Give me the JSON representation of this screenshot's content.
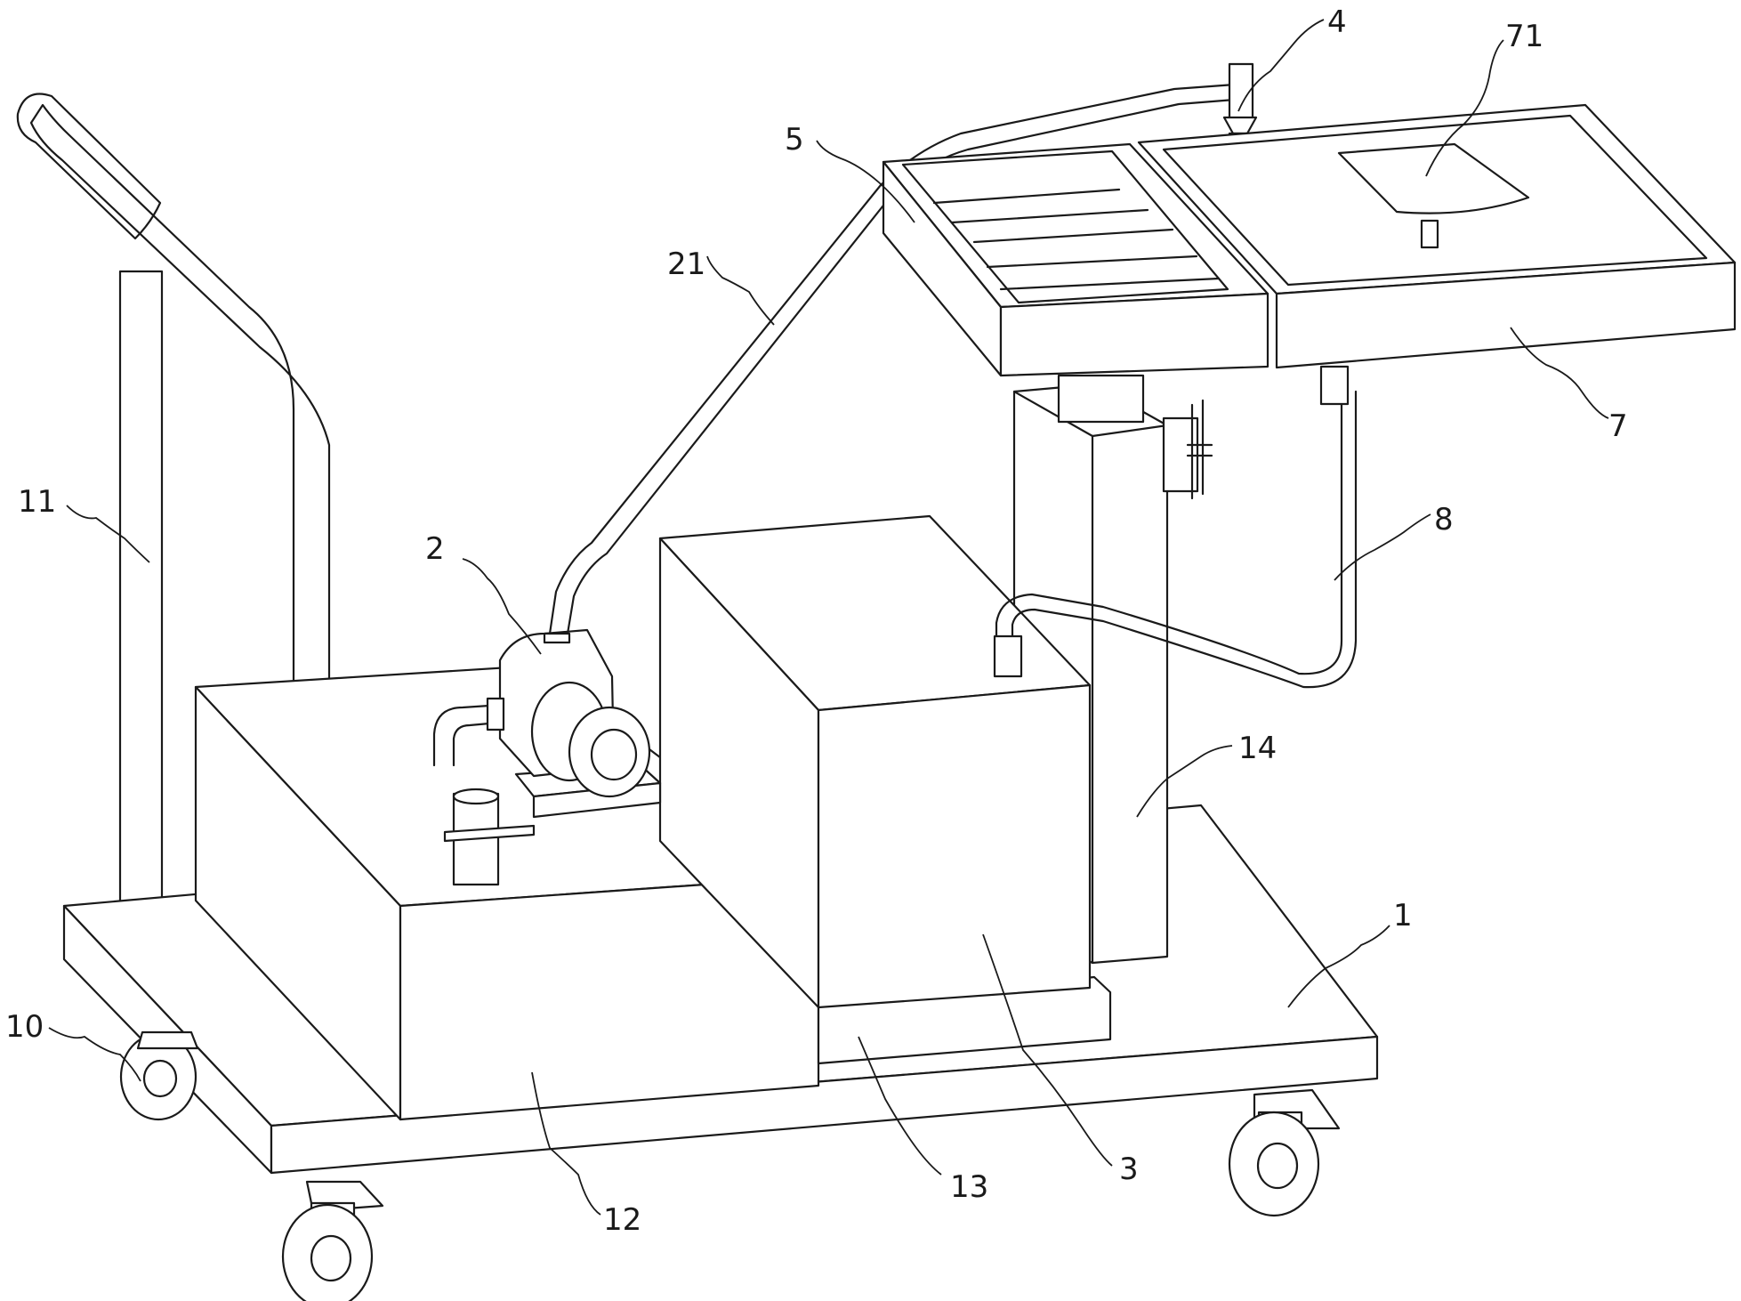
{
  "figure": {
    "labels": {
      "frame": "1",
      "pump": "2",
      "liquid_tank": "3",
      "nozzle": "4",
      "reagent_box": "5",
      "tray": "7",
      "tray_plate": "71",
      "return_pipe": "8",
      "caster": "10",
      "handle": "11",
      "water_tank": "12",
      "base_block": "13",
      "column": "14",
      "delivery_pipe": "21"
    }
  }
}
